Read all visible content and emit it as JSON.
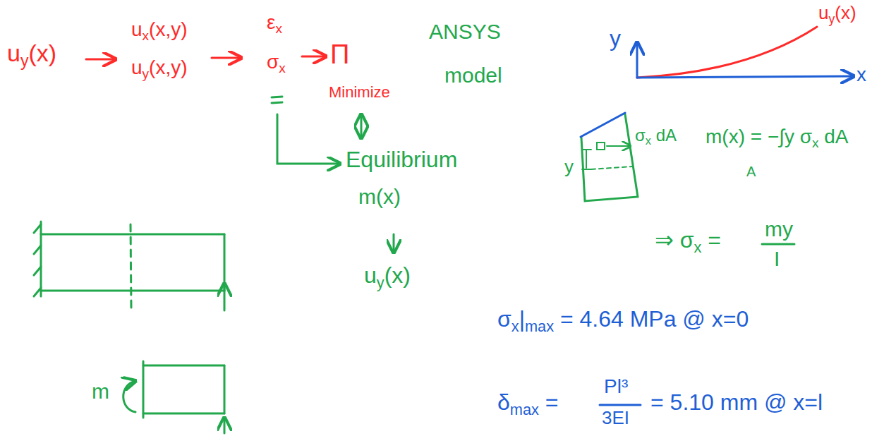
{
  "diagram": {
    "labels": [
      "uy(x)",
      "ux(x,y)",
      "uy(x,y)",
      "εx",
      "σx",
      "Π",
      "Minimize",
      "ANSYS",
      "model",
      "Equilibrium",
      "m(x)",
      "uy(x)",
      "y",
      "x",
      "uy(x)",
      "σx dA",
      "y",
      "m(x) = −∫y σx dA",
      "A",
      "⇒ σx =",
      "my",
      "I",
      "m",
      "σx|max = 4.64 MPa @ x=0",
      "δmax =",
      "Pl³",
      "3EI",
      "= 5.10 mm @ x=l"
    ]
  }
}
